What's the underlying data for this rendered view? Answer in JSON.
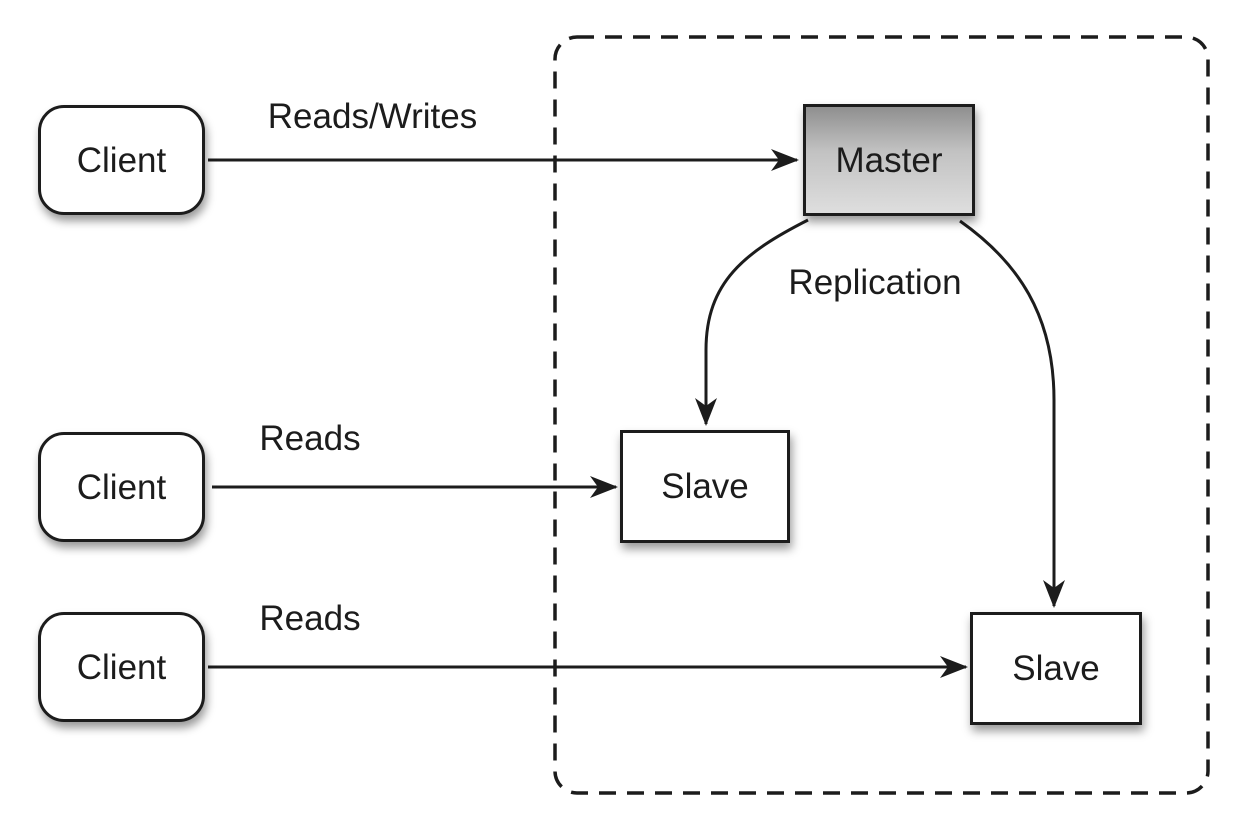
{
  "diagram": {
    "nodes": {
      "client_top": {
        "label": "Client"
      },
      "client_middle": {
        "label": "Client"
      },
      "client_bottom": {
        "label": "Client"
      },
      "master": {
        "label": "Master"
      },
      "slave_left": {
        "label": "Slave"
      },
      "slave_right": {
        "label": "Slave"
      }
    },
    "edges": {
      "reads_writes": {
        "label": "Reads/Writes",
        "from": "client_top",
        "to": "master"
      },
      "reads_middle": {
        "label": "Reads",
        "from": "client_middle",
        "to": "slave_left"
      },
      "reads_bottom": {
        "label": "Reads",
        "from": "client_bottom",
        "to": "slave_right"
      },
      "replication_left": {
        "label": "Replication",
        "from": "master",
        "to": "slave_left"
      },
      "replication_right": {
        "label": "Replication",
        "from": "master",
        "to": "slave_right"
      }
    },
    "colors": {
      "node_border": "#1c1c1c",
      "arrow": "#1c1c1c",
      "text": "#1c1c1c",
      "background": "#ffffff",
      "master_gradient_top": "#8f8f8f",
      "master_gradient_mid": "#c2c2c2",
      "master_gradient_bottom": "#dedede"
    }
  }
}
